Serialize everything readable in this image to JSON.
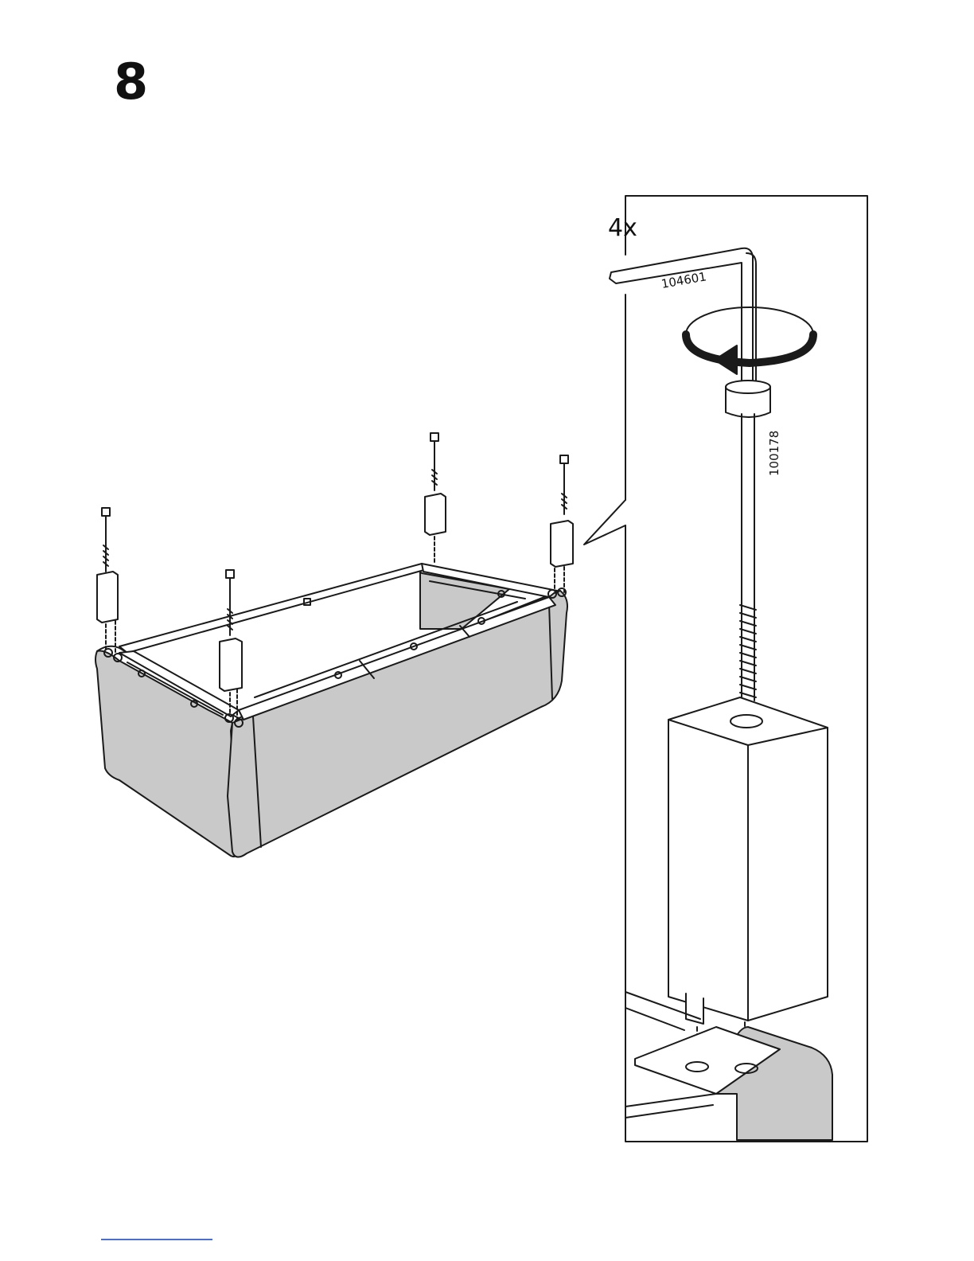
{
  "step": {
    "number": "8"
  },
  "detail": {
    "quantity": "4x",
    "allen_key_part": "104601",
    "bolt_part": "100178"
  },
  "colors": {
    "fabric": "#c9c9c9",
    "line": "#1a1a1a",
    "footer_link": "#4a6fd0"
  }
}
